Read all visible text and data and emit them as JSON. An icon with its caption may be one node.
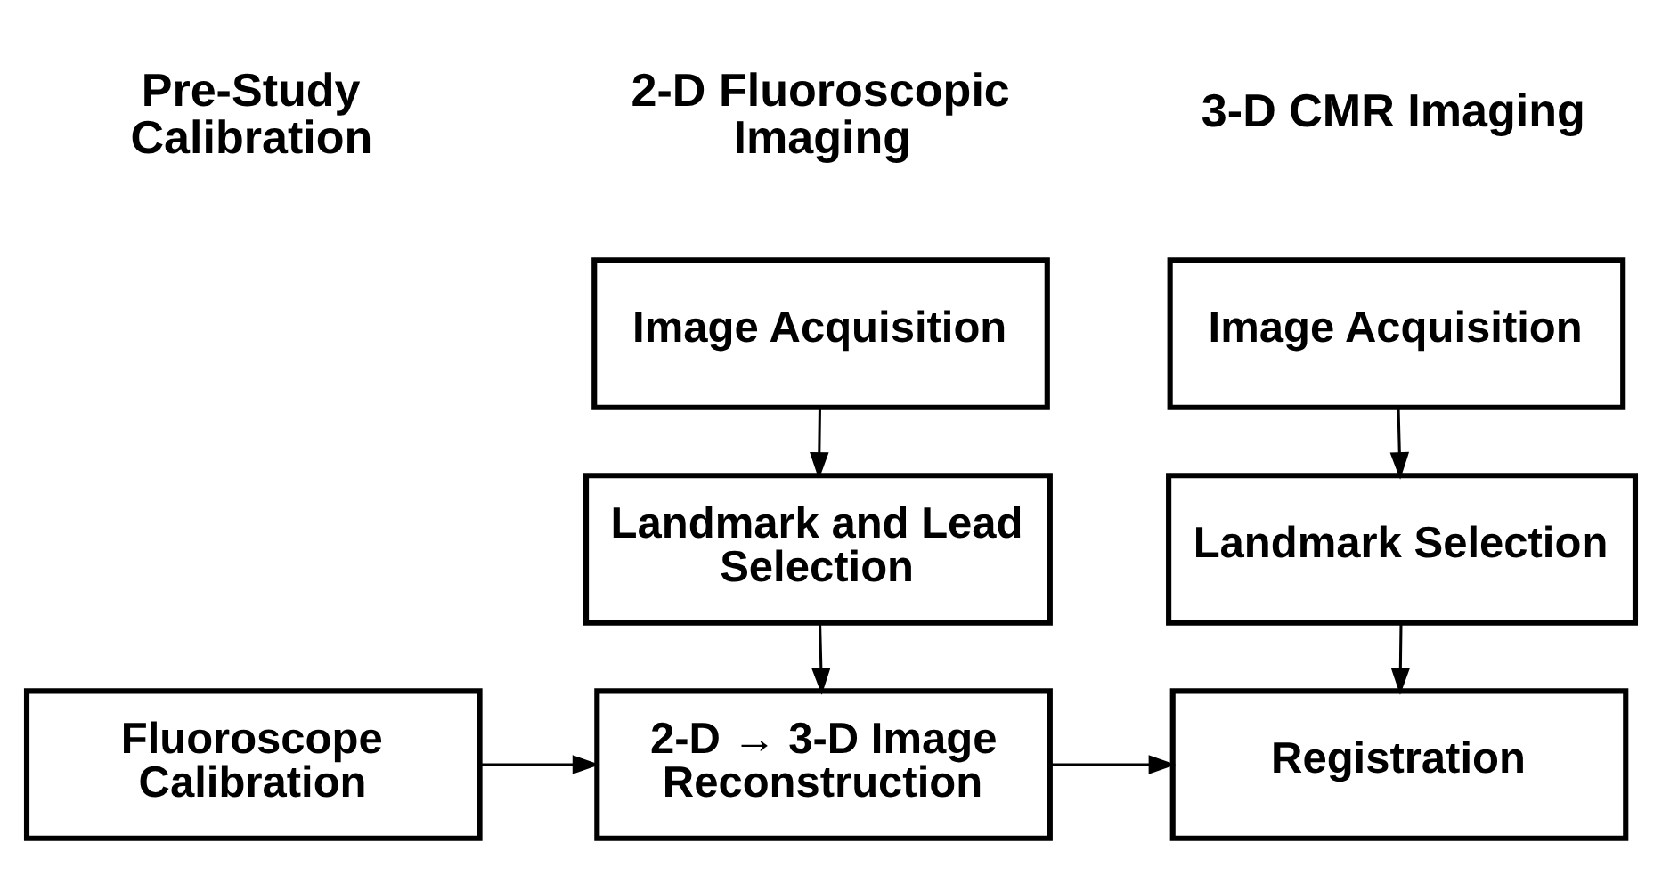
{
  "diagram": {
    "nodes": [
      {
        "text": [
          "Image Acquisition"
        ]
      },
      {
        "text": [
          "Image Acquisition"
        ]
      },
      {
        "text": [
          "Landmark and Lead Selection"
        ]
      },
      {
        "text": [
          "Landmark Selection"
        ]
      },
      {
        "text": [
          "Fluoroscope Calibration"
        ]
      },
      {
        "text": [
          "2-D → 3-D Image Reconstruction"
        ]
      },
      {
        "text": [
          "Registration"
        ]
      }
    ],
    "edges": [
      {
        "from": 0,
        "to": 2,
        "arrow": "to"
      },
      {
        "from": 1,
        "to": 3,
        "arrow": "to"
      },
      {
        "from": 2,
        "to": 5,
        "arrow": "to"
      },
      {
        "from": 3,
        "to": 6,
        "arrow": "to"
      },
      {
        "from": 4,
        "to": 5,
        "arrow": "to"
      },
      {
        "from": 5,
        "to": 6,
        "arrow": "to"
      }
    ],
    "labels": [
      "Pre-Study Calibration",
      "2-D Fluoroscopic Imaging",
      "3-D CMR Imaging"
    ]
  }
}
